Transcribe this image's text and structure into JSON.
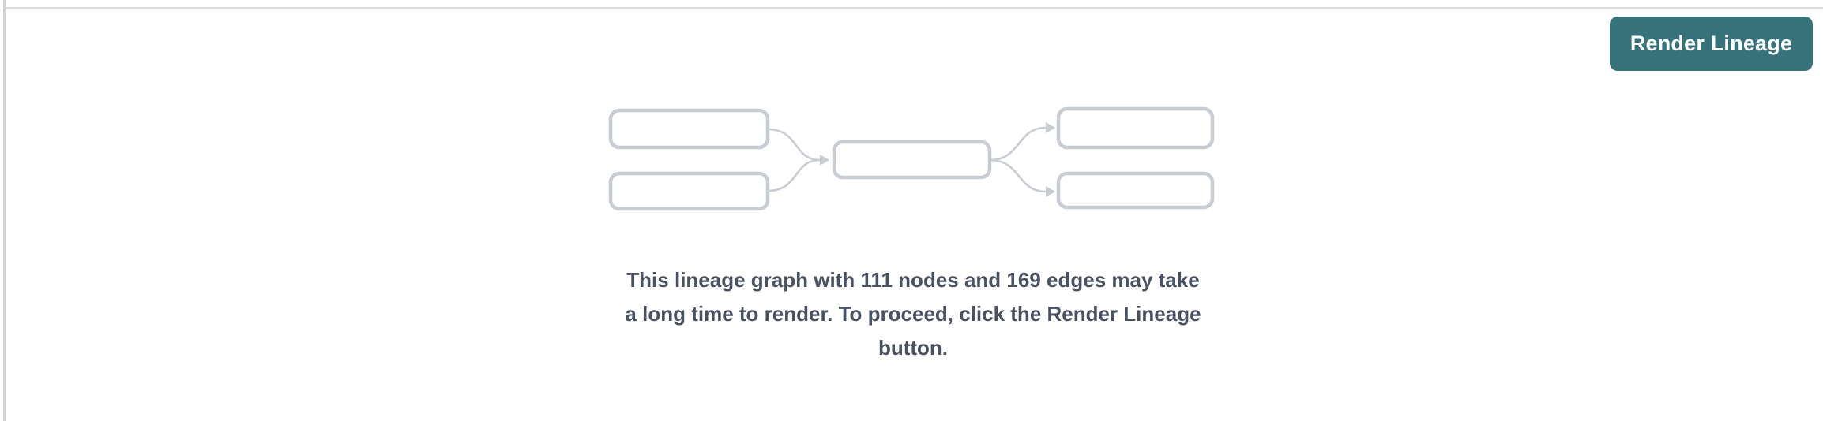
{
  "colors": {
    "accent_teal": "#37717a",
    "button_text": "#ffffff",
    "message_text": "#4a5162",
    "placeholder_stroke": "#c8ccd3",
    "divider_top": "#dcdce0",
    "divider_left": "#d4d4d8",
    "background": "#ffffff"
  },
  "toolbar": {
    "render_button_label": "Render Lineage"
  },
  "empty_state": {
    "illustration": "lineage-graph-placeholder",
    "node_count": "111",
    "edge_count": "169",
    "message_lines": [
      "This lineage graph with 111 nodes and 169 edges may take",
      "a long time to render. To proceed, click the Render Lineage",
      "button."
    ]
  }
}
